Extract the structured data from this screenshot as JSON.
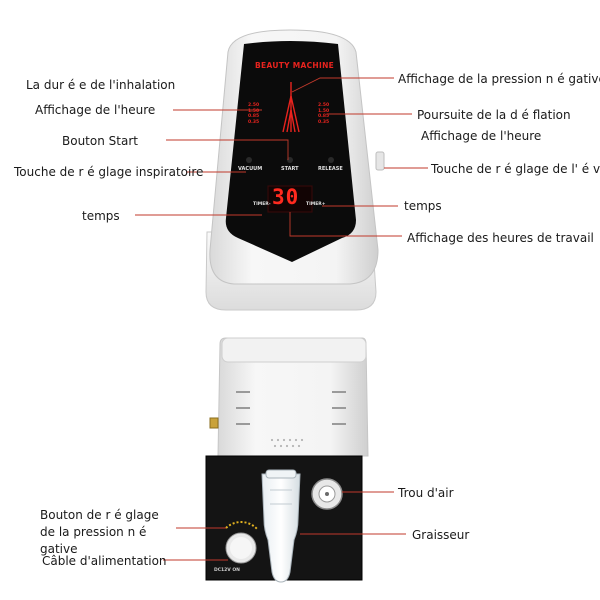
{
  "device": {
    "brand_label": "BEAUTY MACHINE",
    "vacuum_label": "VACUUM",
    "start_label": "START",
    "release_label": "RELEASE",
    "timer_minus": "TIMER-",
    "timer_plus": "TIMER+",
    "display_value": "30",
    "left_readings": [
      "2.50",
      "1.50",
      "0.85",
      "0.35"
    ],
    "right_readings": [
      "2.50",
      "1.50",
      "0.85",
      "0.35"
    ],
    "base_label": "DC12V  ON",
    "accent_color": "#e8231e",
    "screen_color": "#0b0b0b",
    "body_color": "#f2f2f2"
  },
  "labels": {
    "inhalation_duration": "La dur é e de l'inhalation",
    "time_display_left": "Affichage de l'heure",
    "start_button": "Bouton Start",
    "suction_key": "Touche de r é glage inspiratoire",
    "time_left": "temps",
    "negative_pressure_display": "Affichage de la pression n é gative",
    "deflation_tracking": "Poursuite de la d é flation",
    "time_display_right": "Affichage de l'heure",
    "vent_key": "Touche de r é glage de l' é vent",
    "time_right": "temps",
    "work_hours_display": "Affichage des heures de travail",
    "air_hole": "Trou d'air",
    "lubricator": "Graisseur",
    "negative_pressure_knob": "Bouton de r é glage de la pression n é gative",
    "power_cable": "Câble d'alimentation"
  }
}
